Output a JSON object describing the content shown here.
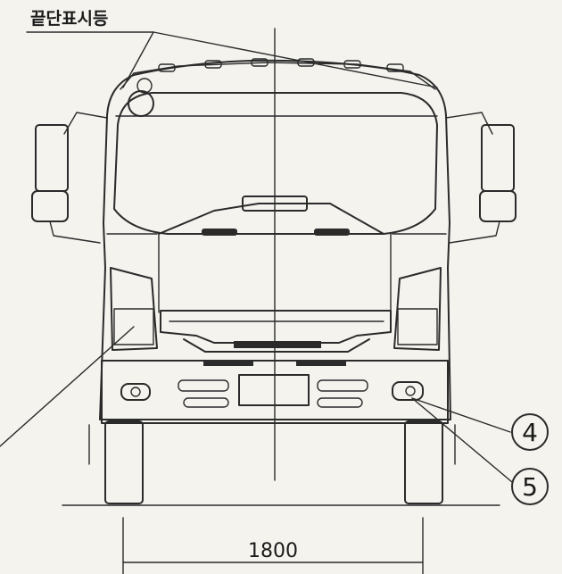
{
  "labels": {
    "end_marker_lamp": "끝단표시등",
    "callout_4": "4",
    "callout_5": "5",
    "width_dimension": "1800"
  },
  "colors": {
    "ink": "#2b2b2b",
    "paper": "#f4f3ee"
  }
}
